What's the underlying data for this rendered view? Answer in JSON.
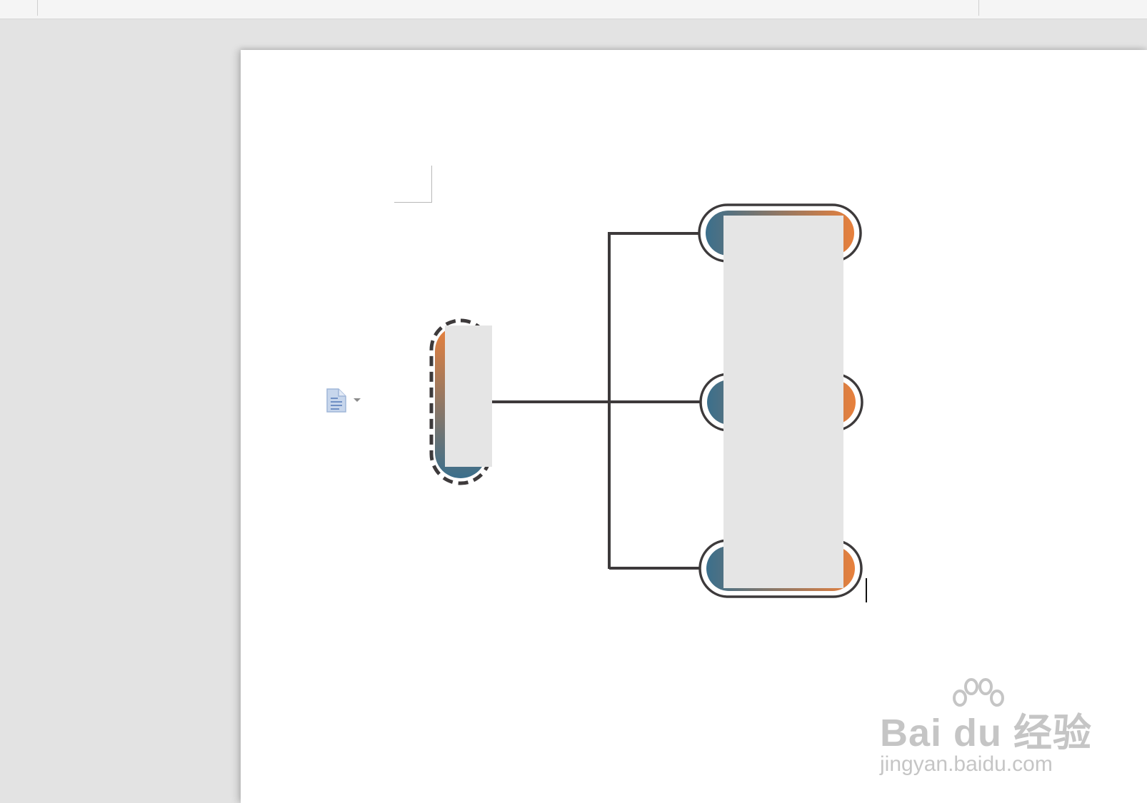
{
  "app": {
    "name": "Word processor document view",
    "accent_colors": {
      "teal": "#3b6f8c",
      "orange": "#e8803c",
      "outline": "#3d3a3b",
      "text_block": "#e5e5e5"
    }
  },
  "document": {
    "smartart": {
      "root_node": {
        "label": "",
        "selected": true
      },
      "child_nodes": [
        {
          "label": ""
        },
        {
          "label": ""
        },
        {
          "label": ""
        }
      ]
    }
  },
  "paste_options": {
    "icon": "document-icon",
    "dropdown_icon": "chevron-down-icon"
  },
  "watermark": {
    "line1": "Bai  du 经验",
    "line2": "jingyan.baidu.com"
  }
}
